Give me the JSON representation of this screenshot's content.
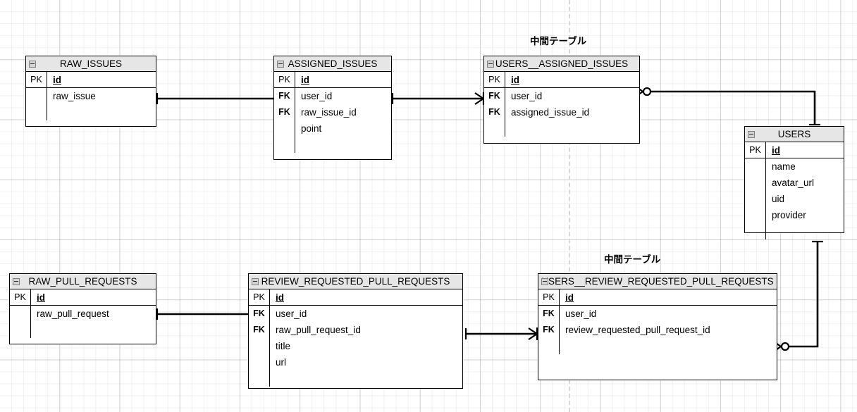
{
  "diagram": {
    "type": "entity-relationship-diagram",
    "background": "#ffffff",
    "grid_color": "#e8e8e8",
    "header_fill": "#e6e6e6",
    "line_color": "#000000",
    "notes": [
      {
        "id": "note-top",
        "text": "中間テーブル"
      },
      {
        "id": "note-bottom",
        "text": "中間テーブル"
      }
    ],
    "entities": [
      {
        "id": "raw-issues",
        "name": "RAW_ISSUES",
        "collapse_icon": "minus-box-icon",
        "rows": [
          {
            "key": "PK",
            "attr": "id",
            "is_pk": true
          },
          {
            "key": "",
            "attr": "raw_issue",
            "is_pk": false
          }
        ]
      },
      {
        "id": "assigned-issues",
        "name": "ASSIGNED_ISSUES",
        "collapse_icon": "minus-box-icon",
        "rows": [
          {
            "key": "PK",
            "attr": "id",
            "is_pk": true
          },
          {
            "key": "FK",
            "attr": "user_id",
            "is_pk": false
          },
          {
            "key": "FK",
            "attr": "raw_issue_id",
            "is_pk": false
          },
          {
            "key": "",
            "attr": "point",
            "is_pk": false
          }
        ]
      },
      {
        "id": "users-assigned-issues",
        "name": "USERS__ASSIGNED_ISSUES",
        "collapse_icon": "minus-box-icon",
        "rows": [
          {
            "key": "PK",
            "attr": "id",
            "is_pk": true
          },
          {
            "key": "FK",
            "attr": "user_id",
            "is_pk": false
          },
          {
            "key": "FK",
            "attr": "assigned_issue_id",
            "is_pk": false
          }
        ]
      },
      {
        "id": "users",
        "name": "USERS",
        "collapse_icon": "minus-box-icon",
        "rows": [
          {
            "key": "PK",
            "attr": "id",
            "is_pk": true
          },
          {
            "key": "",
            "attr": "name",
            "is_pk": false
          },
          {
            "key": "",
            "attr": "avatar_url",
            "is_pk": false
          },
          {
            "key": "",
            "attr": "uid",
            "is_pk": false
          },
          {
            "key": "",
            "attr": "provider",
            "is_pk": false
          }
        ]
      },
      {
        "id": "raw-pull-requests",
        "name": "RAW_PULL_REQUESTS",
        "collapse_icon": "minus-box-icon",
        "rows": [
          {
            "key": "PK",
            "attr": "id",
            "is_pk": true
          },
          {
            "key": "",
            "attr": "raw_pull_request",
            "is_pk": false
          }
        ]
      },
      {
        "id": "review-requested-pull-requests",
        "name": "REVIEW_REQUESTED_PULL_REQUESTS",
        "collapse_icon": "minus-box-icon",
        "rows": [
          {
            "key": "PK",
            "attr": "id",
            "is_pk": true
          },
          {
            "key": "FK",
            "attr": "user_id",
            "is_pk": false
          },
          {
            "key": "FK",
            "attr": "raw_pull_request_id",
            "is_pk": false
          },
          {
            "key": "",
            "attr": "title",
            "is_pk": false
          },
          {
            "key": "",
            "attr": "url",
            "is_pk": false
          }
        ]
      },
      {
        "id": "users-review-requested-pull-requests",
        "name": "USERS__REVIEW_REQUESTED_PULL_REQUESTS",
        "collapse_icon": "minus-box-icon",
        "rows": [
          {
            "key": "PK",
            "attr": "id",
            "is_pk": true
          },
          {
            "key": "FK",
            "attr": "user_id",
            "is_pk": false
          },
          {
            "key": "FK",
            "attr": "review_requested_pull_request_id",
            "is_pk": false
          }
        ]
      }
    ],
    "relationships": [
      {
        "id": "rel-rawissues-assignedissues",
        "from": "raw-issues",
        "to": "assigned-issues",
        "from_cardinality": "one",
        "to_cardinality": "one"
      },
      {
        "id": "rel-assignedissues-usersassigned",
        "from": "assigned-issues",
        "to": "users-assigned-issues",
        "from_cardinality": "one",
        "to_cardinality": "many"
      },
      {
        "id": "rel-usersassigned-users",
        "from": "users-assigned-issues",
        "to": "users",
        "from_cardinality": "zero-or-many",
        "to_cardinality": "one"
      },
      {
        "id": "rel-rawpr-reviewpr",
        "from": "raw-pull-requests",
        "to": "review-requested-pull-requests",
        "from_cardinality": "one",
        "to_cardinality": "one"
      },
      {
        "id": "rel-reviewpr-usersreview",
        "from": "review-requested-pull-requests",
        "to": "users-review-requested-pull-requests",
        "from_cardinality": "one",
        "to_cardinality": "many"
      },
      {
        "id": "rel-usersreview-users",
        "from": "users-review-requested-pull-requests",
        "to": "users",
        "from_cardinality": "zero-or-many",
        "to_cardinality": "one"
      }
    ]
  }
}
